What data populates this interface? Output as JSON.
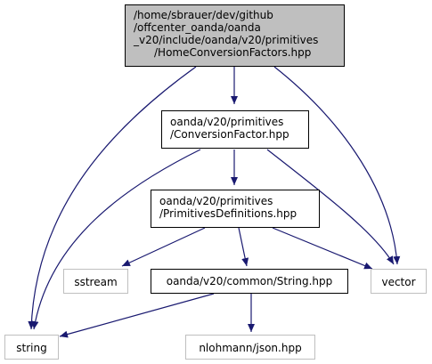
{
  "graph": {
    "nodes": {
      "root": [
        "/home/sbrauer/dev/github",
        "/offcenter_oanda/oanda",
        "_v20/include/oanda/v20/primitives",
        "/HomeConversionFactors.hpp"
      ],
      "conversion_factor": [
        "oanda/v20/primitives",
        "/ConversionFactor.hpp"
      ],
      "primitives_definitions": [
        "oanda/v20/primitives",
        "/PrimitivesDefinitions.hpp"
      ],
      "sstream": [
        "sstream"
      ],
      "string_hpp": [
        "oanda/v20/common/String.hpp"
      ],
      "vector": [
        "vector"
      ],
      "string": [
        "string"
      ],
      "json": [
        "nlohmann/json.hpp"
      ]
    },
    "edges": [
      [
        "root",
        "conversion_factor"
      ],
      [
        "root",
        "string"
      ],
      [
        "root",
        "vector"
      ],
      [
        "conversion_factor",
        "primitives_definitions"
      ],
      [
        "conversion_factor",
        "string"
      ],
      [
        "conversion_factor",
        "vector"
      ],
      [
        "primitives_definitions",
        "sstream"
      ],
      [
        "primitives_definitions",
        "string_hpp"
      ],
      [
        "primitives_definitions",
        "vector"
      ],
      [
        "string_hpp",
        "string"
      ],
      [
        "string_hpp",
        "json"
      ]
    ],
    "colors": {
      "edge": "#191970",
      "root_fill": "#bfbfbf",
      "node_border": "#000000",
      "external_border": "#bfbfbf"
    }
  }
}
